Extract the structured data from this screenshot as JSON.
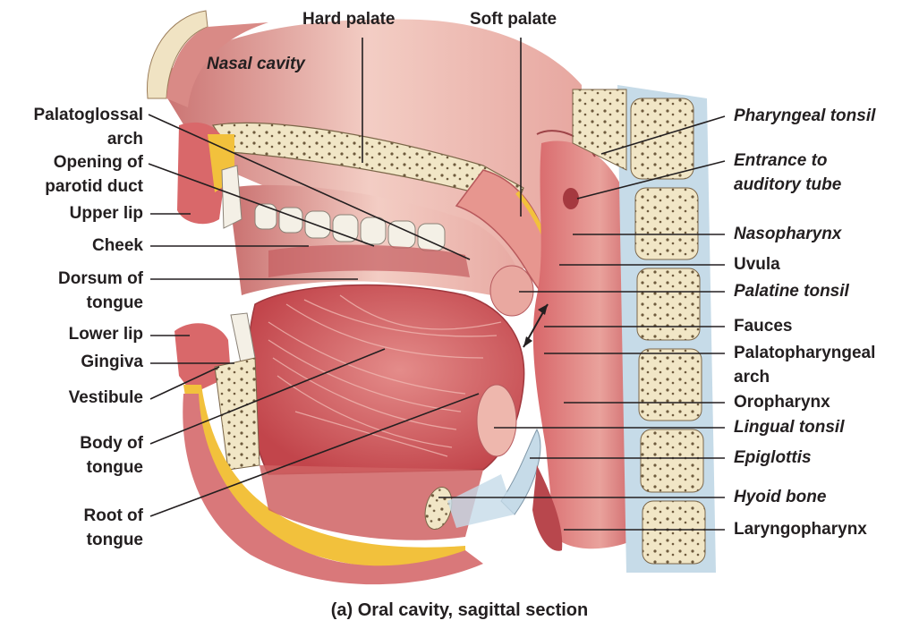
{
  "caption": "(a) Oral cavity, sagittal section",
  "labels": {
    "nasal_cavity": "Nasal cavity",
    "hard_palate": "Hard palate",
    "soft_palate": "Soft palate",
    "palatoglossal_arch": "Palatoglossal\narch",
    "parotid_duct": "Opening of\nparotid duct",
    "upper_lip": "Upper lip",
    "cheek": "Cheek",
    "dorsum": "Dorsum of\ntongue",
    "lower_lip": "Lower lip",
    "gingiva": "Gingiva",
    "vestibule": "Vestibule",
    "body_tongue": "Body of\ntongue",
    "root_tongue": "Root of\ntongue",
    "pharyngeal_tonsil": "Pharyngeal tonsil",
    "auditory_tube": "Entrance to\nauditory tube",
    "nasopharynx": "Nasopharynx",
    "uvula": "Uvula",
    "palatine_tonsil": "Palatine tonsil",
    "fauces": "Fauces",
    "palatopharyngeal": "Palatopharyngeal\narch",
    "oropharynx": "Oropharynx",
    "lingual_tonsil": "Lingual tonsil",
    "epiglottis": "Epiglottis",
    "hyoid": "Hyoid bone",
    "laryngopharynx": "Laryngopharynx"
  },
  "colors": {
    "tissue": "#d9787a",
    "muscle": "#c84f52",
    "bone": "#f1e6c6",
    "fat": "#f2c13c",
    "line": "#231f20"
  }
}
